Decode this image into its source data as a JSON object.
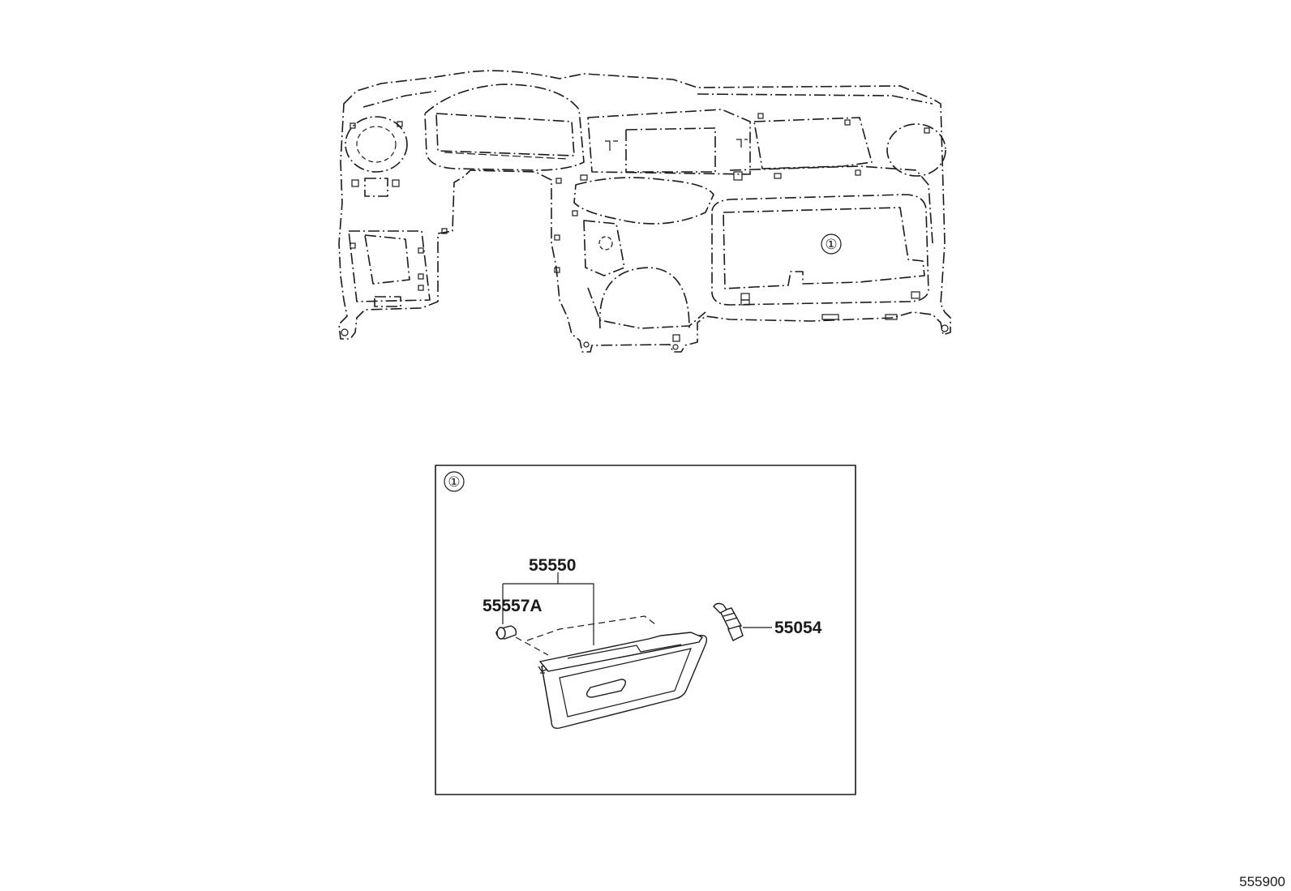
{
  "callout_marker": "①",
  "detail_marker": "①",
  "parts": {
    "glove_box_assy": "55550",
    "stopper": "55557A",
    "damper": "55054"
  },
  "illustration_code": "555900"
}
